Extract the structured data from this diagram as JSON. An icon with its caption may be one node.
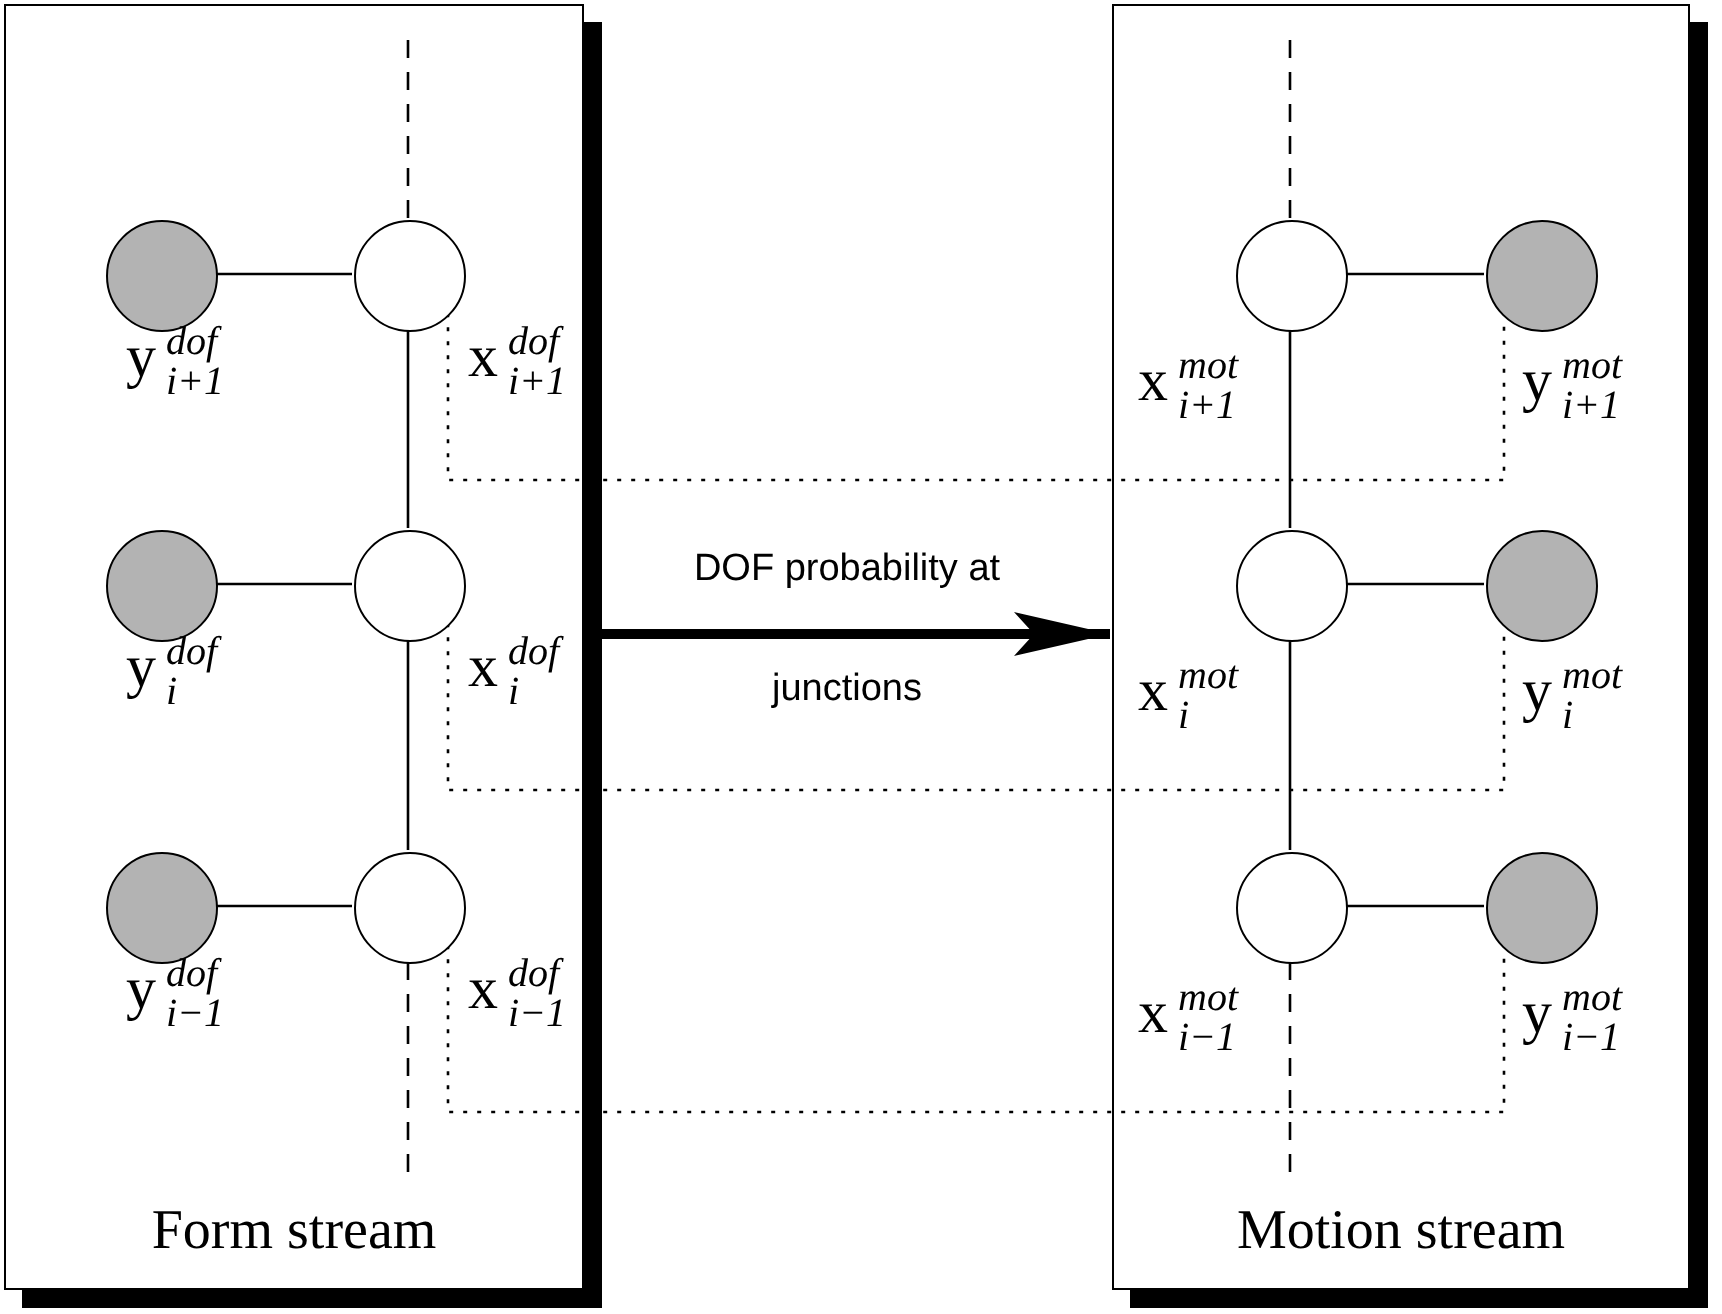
{
  "diagram": {
    "nodes": [
      {
        "text": [
          "Form stream"
        ]
      },
      {
        "text": [],
        "shape": "circle",
        "in": 0,
        "beside": [
          "y$^{dof}$$_{i+1}$"
        ]
      },
      {
        "text": [],
        "shape": "circle",
        "in": 0,
        "beside": [
          "x$^{dof}$$_{i+1}$"
        ]
      },
      {
        "text": [],
        "shape": "circle",
        "in": 0,
        "beside": [
          "y$^{dof}$$_{i}$"
        ]
      },
      {
        "text": [],
        "shape": "circle",
        "in": 0,
        "beside": [
          "x$^{dof}$$_{i}$"
        ]
      },
      {
        "text": [],
        "shape": "circle",
        "in": 0,
        "beside": [
          "y$^{dof}$$_{i−1}$"
        ]
      },
      {
        "text": [],
        "shape": "circle",
        "in": 0,
        "beside": [
          "x$^{dof}$$_{i−1}$"
        ]
      },
      {
        "text": [
          "Motion stream"
        ]
      },
      {
        "text": [],
        "shape": "circle",
        "in": 7,
        "beside": [
          "x$^{mot}$$_{i+1}$"
        ]
      },
      {
        "text": [],
        "shape": "circle",
        "in": 7,
        "beside": [
          "y$^{mot}$$_{i+1}$"
        ]
      },
      {
        "text": [],
        "shape": "circle",
        "in": 7,
        "beside": [
          "x$^{mot}$$_{i}$"
        ]
      },
      {
        "text": [],
        "shape": "circle",
        "in": 7,
        "beside": [
          "y$^{mot}$$_{i}$"
        ]
      },
      {
        "text": [],
        "shape": "circle",
        "in": 7,
        "beside": [
          "x$^{mot}$$_{i−1}$"
        ]
      },
      {
        "text": [],
        "shape": "circle",
        "in": 7,
        "beside": [
          "y$^{mot}$$_{i−1}$"
        ]
      }
    ],
    "edges": [
      {
        "from": 1,
        "to": 2,
        "arrow": "none"
      },
      {
        "from": 3,
        "to": 4,
        "arrow": "none"
      },
      {
        "from": 5,
        "to": 6,
        "arrow": "none"
      },
      {
        "from": null,
        "to": 2,
        "arrow": "none",
        "style": "dashed"
      },
      {
        "from": 2,
        "to": 4,
        "arrow": "none"
      },
      {
        "from": 4,
        "to": 6,
        "arrow": "none"
      },
      {
        "from": 6,
        "to": null,
        "arrow": "none",
        "style": "dashed"
      },
      {
        "from": 8,
        "to": 9,
        "arrow": "none"
      },
      {
        "from": 10,
        "to": 11,
        "arrow": "none"
      },
      {
        "from": 12,
        "to": 13,
        "arrow": "none"
      },
      {
        "from": null,
        "to": 8,
        "arrow": "none",
        "style": "dashed"
      },
      {
        "from": 8,
        "to": 10,
        "arrow": "none"
      },
      {
        "from": 10,
        "to": 12,
        "arrow": "none"
      },
      {
        "from": 12,
        "to": null,
        "arrow": "none",
        "style": "dashed"
      },
      {
        "from": 0,
        "to": 7,
        "arrow": "to",
        "style": "thick",
        "label": "DOF probability at junctions"
      },
      {
        "from": 2,
        "to": 9,
        "arrow": "none",
        "style": "dashed"
      },
      {
        "from": 4,
        "to": 11,
        "arrow": "none",
        "style": "dashed"
      },
      {
        "from": 6,
        "to": 13,
        "arrow": "none",
        "style": "dashed"
      }
    ]
  }
}
